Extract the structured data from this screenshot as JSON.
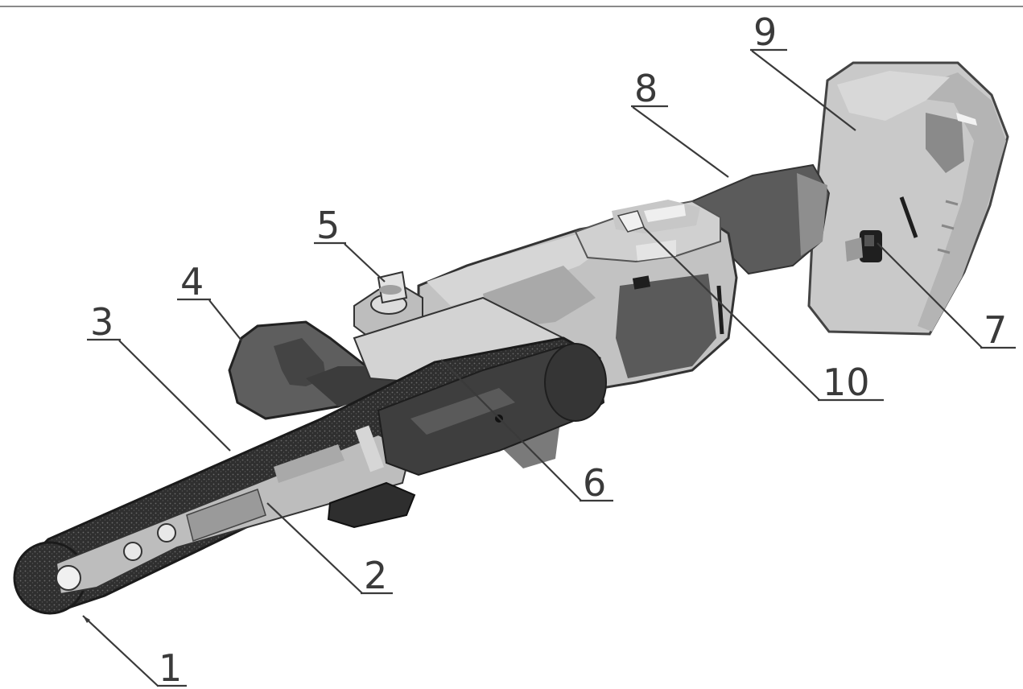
{
  "callouts": [
    {
      "id": "1",
      "text": "1"
    },
    {
      "id": "2",
      "text": "2"
    },
    {
      "id": "3",
      "text": "3"
    },
    {
      "id": "4",
      "text": "4"
    },
    {
      "id": "5",
      "text": "5"
    },
    {
      "id": "6",
      "text": "6"
    },
    {
      "id": "7",
      "text": "7"
    },
    {
      "id": "8",
      "text": "8"
    },
    {
      "id": "9",
      "text": "9"
    },
    {
      "id": "10",
      "text": "10"
    }
  ],
  "colors": {
    "background": "#ffffff",
    "body_light": "#c4c4c4",
    "body_mid": "#a8a8a8",
    "body_dark": "#585858",
    "belt": "#2f2f2f",
    "grip": "#5a5a5a",
    "metal": "#d6d6d6",
    "line": "#3a3a3a"
  }
}
